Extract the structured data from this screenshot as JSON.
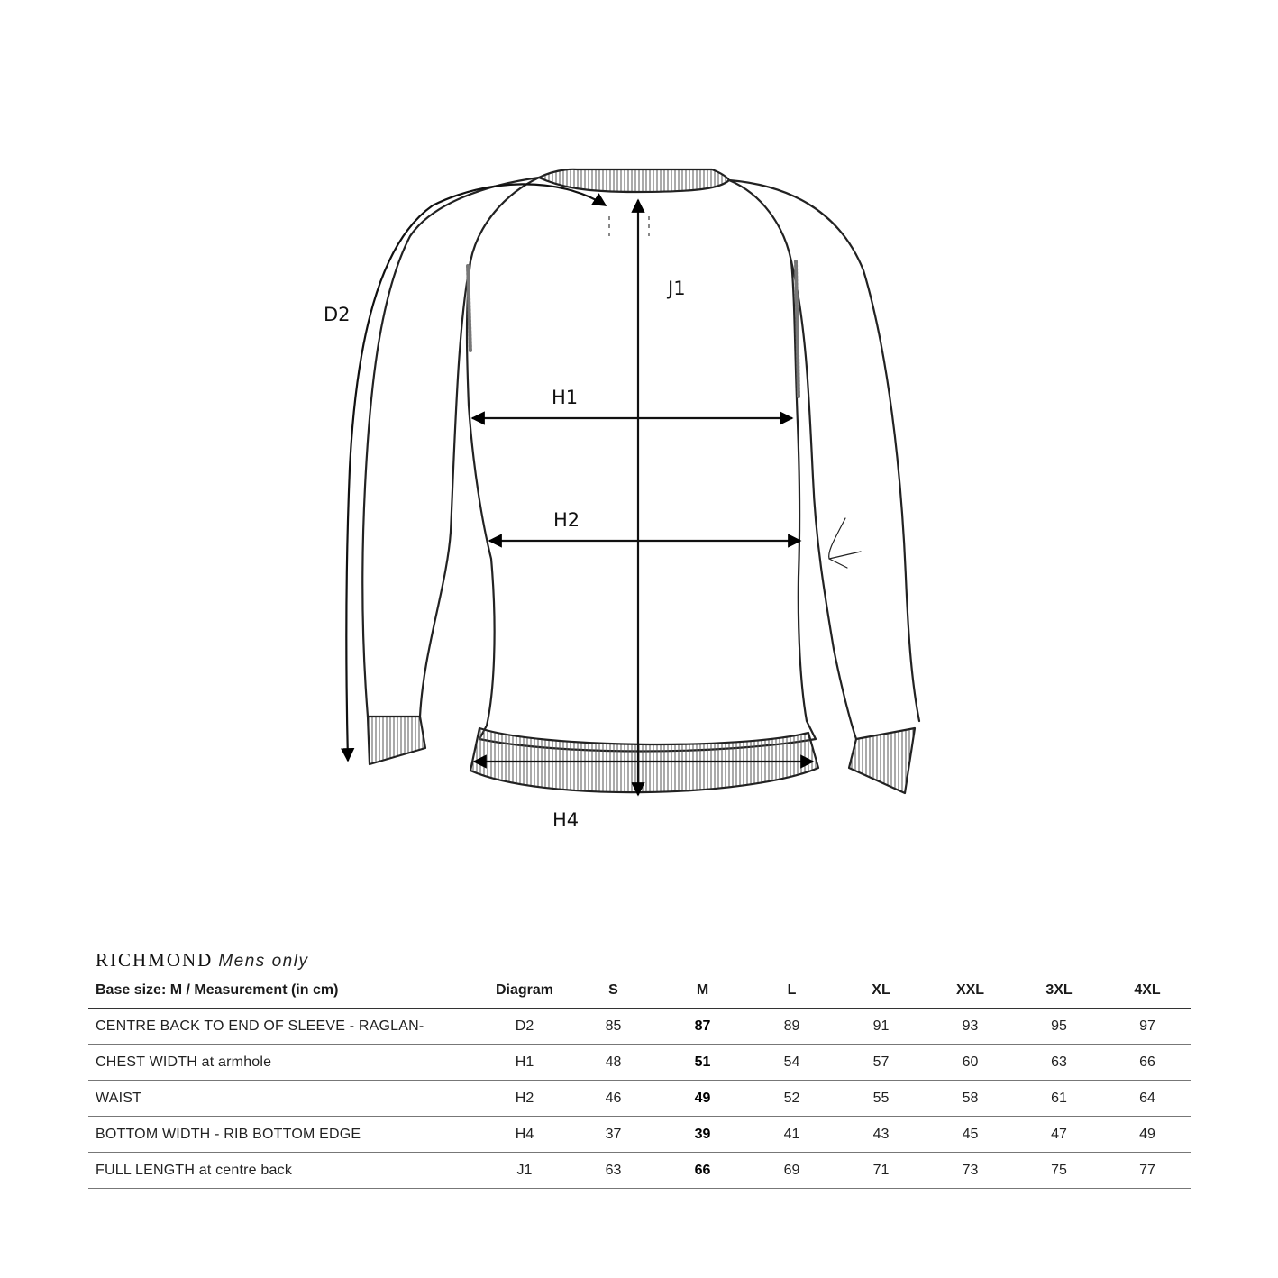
{
  "diagram": {
    "labels": {
      "d2": "D2",
      "j1": "J1",
      "h1": "H1",
      "h2": "H2",
      "h4": "H4"
    }
  },
  "title": {
    "brand": "RICHMOND",
    "subtitle": "Mens only"
  },
  "table": {
    "headers": [
      "Base size: M / Measurement (in cm)",
      "Diagram",
      "S",
      "M",
      "L",
      "XL",
      "XXL",
      "3XL",
      "4XL"
    ],
    "base_size": "M",
    "rows": [
      {
        "label": "CENTRE BACK TO END OF SLEEVE - RAGLAN-",
        "code": "D2",
        "values": [
          "85",
          "87",
          "89",
          "91",
          "93",
          "95",
          "97"
        ]
      },
      {
        "label": "CHEST WIDTH at armhole",
        "code": "H1",
        "values": [
          "48",
          "51",
          "54",
          "57",
          "60",
          "63",
          "66"
        ]
      },
      {
        "label": "WAIST",
        "code": "H2",
        "values": [
          "46",
          "49",
          "52",
          "55",
          "58",
          "61",
          "64"
        ]
      },
      {
        "label": "BOTTOM WIDTH - RIB BOTTOM EDGE",
        "code": "H4",
        "values": [
          "37",
          "39",
          "41",
          "43",
          "45",
          "47",
          "49"
        ]
      },
      {
        "label": "FULL LENGTH at centre back",
        "code": "J1",
        "values": [
          "63",
          "66",
          "69",
          "71",
          "73",
          "75",
          "77"
        ]
      }
    ]
  }
}
